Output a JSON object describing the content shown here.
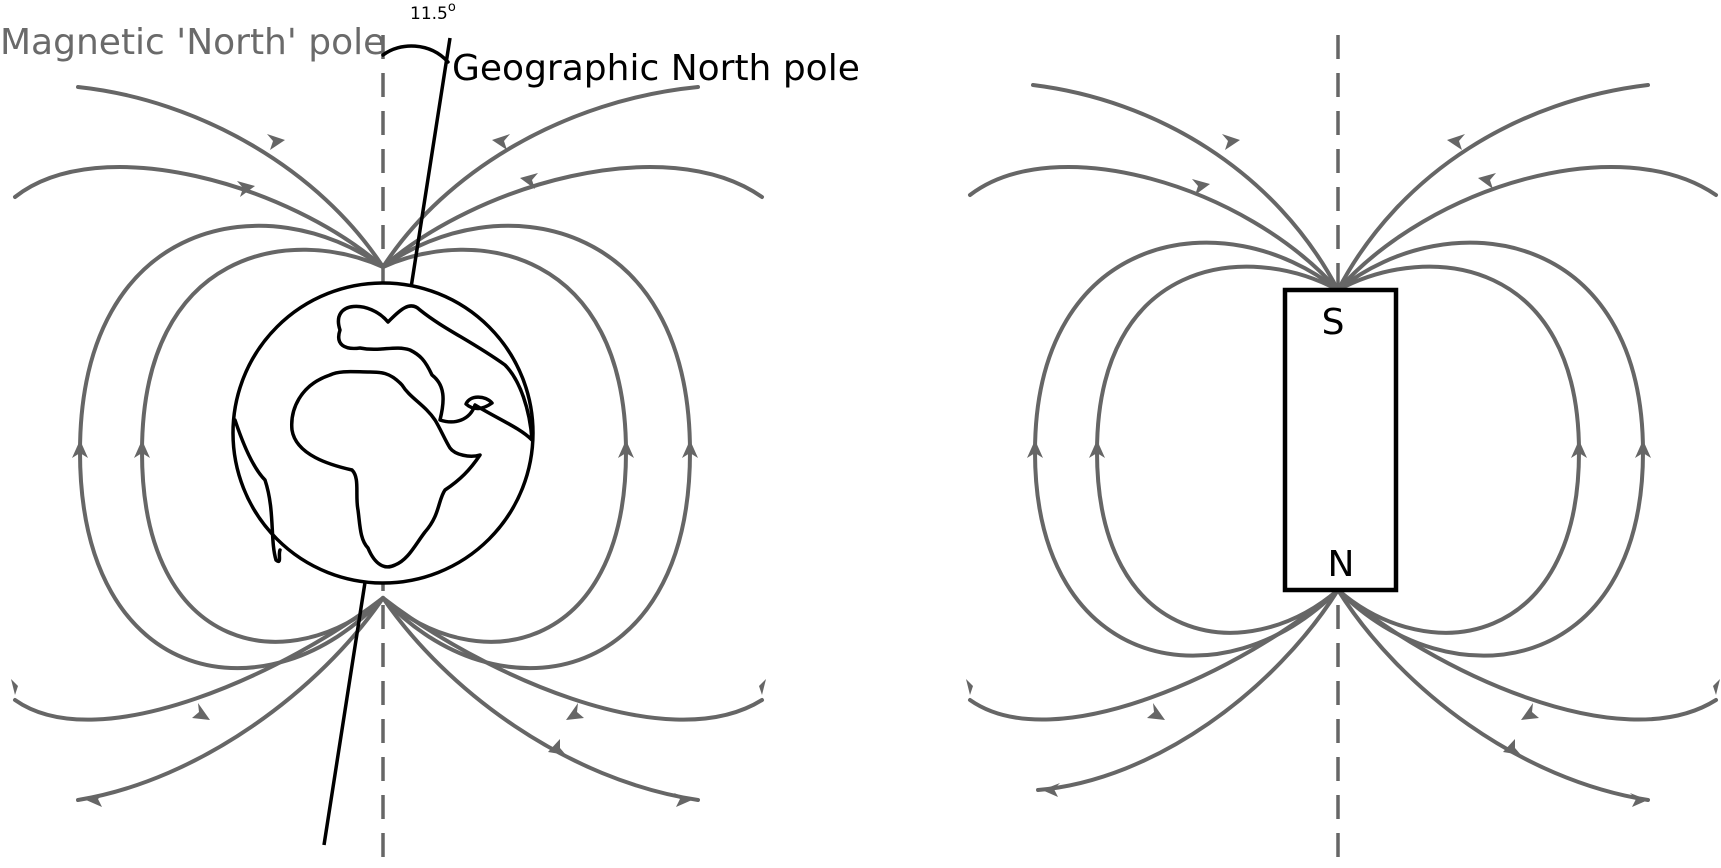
{
  "labels": {
    "magnetic_north": "Magnetic 'North' pole",
    "geographic_north": "Geographic North pole",
    "tilt_angle": "11.5",
    "tilt_unit": "o"
  },
  "magnet": {
    "top_pole": "S",
    "bottom_pole": "N"
  },
  "colors": {
    "field_lines": "#666666",
    "outline": "#000000",
    "background": "#ffffff"
  }
}
